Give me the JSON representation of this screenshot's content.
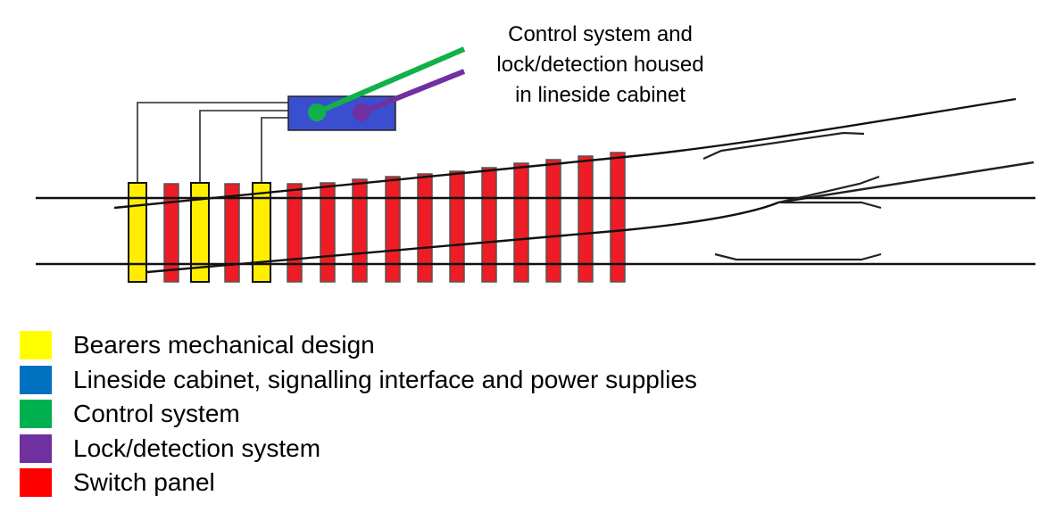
{
  "callout": {
    "lines": [
      "Control system and",
      "lock/detection housed",
      "in lineside cabinet"
    ]
  },
  "components": {
    "cabinet": {
      "name": "Lineside cabinet",
      "fill": "#3a4fd0"
    },
    "control_system": {
      "name": "Control system",
      "color": "#12b04a"
    },
    "lock_detection": {
      "name": "Lock/detection system",
      "color": "#7030a0"
    },
    "bearer_fill": "#ffee00",
    "switch_panel_fill": "#ee1c24",
    "bearer_sequence": [
      "bearer",
      "panel",
      "bearer",
      "panel",
      "bearer",
      "panel",
      "panel",
      "panel",
      "panel",
      "panel",
      "panel",
      "panel",
      "panel",
      "panel",
      "panel",
      "panel"
    ],
    "connected_bearers": [
      0,
      2,
      4
    ]
  },
  "legend": {
    "items": [
      {
        "label": "Bearers mechanical design",
        "color": "#ffff00"
      },
      {
        "label": "Lineside cabinet, signalling interface and power supplies",
        "color": "#0070c0"
      },
      {
        "label": "Control system",
        "color": "#00b050"
      },
      {
        "label": "Lock/detection system",
        "color": "#7030a0"
      },
      {
        "label": "Switch panel",
        "color": "#ff0000"
      }
    ]
  }
}
